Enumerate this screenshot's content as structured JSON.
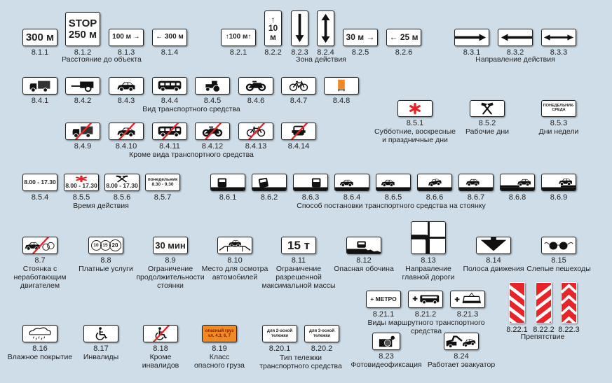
{
  "colors": {
    "background": "#cfdde8",
    "red": "#e8232a",
    "orange": "#f08a24",
    "black": "#111111"
  },
  "groups": [
    {
      "caption": "Расстояние до объекта"
    },
    {
      "caption": "Зона действия"
    },
    {
      "caption": "Направление действия"
    },
    {
      "caption": "Вид транспортного средства"
    },
    {
      "caption": "Кроме вида транспортного средства"
    },
    {
      "caption": "Время действия"
    },
    {
      "caption": "Способ постановки транспортного средства на стоянку"
    },
    {
      "caption": "Виды маршрутного транспортного средства"
    },
    {
      "caption": "Препятствие"
    },
    {
      "caption": "Тип тележки\nтранспортного средства"
    }
  ],
  "signs": [
    {
      "number": "8.1.1",
      "plate_text": "300 м"
    },
    {
      "number": "8.1.2",
      "plate_text": "STOP\n250 м"
    },
    {
      "number": "8.1.3",
      "plate_text": "100 м →"
    },
    {
      "number": "8.1.4",
      "plate_text": "← 300 м"
    },
    {
      "number": "8.2.1",
      "plate_text": "↑100 м↑"
    },
    {
      "number": "8.2.2",
      "plate_text": "↑\n10\nм"
    },
    {
      "number": "8.2.3",
      "icon": "arrow-down-icon"
    },
    {
      "number": "8.2.4",
      "icon": "arrow-up-down-icon"
    },
    {
      "number": "8.2.5",
      "plate_text": "30 м →"
    },
    {
      "number": "8.2.6",
      "plate_text": "← 25 м"
    },
    {
      "number": "8.3.1",
      "icon": "arrow-right-icon"
    },
    {
      "number": "8.3.2",
      "icon": "arrow-left-icon"
    },
    {
      "number": "8.3.3",
      "icon": "arrow-left-right-icon"
    },
    {
      "number": "8.4.1",
      "icon": "truck-icon"
    },
    {
      "number": "8.4.2",
      "icon": "trailer-icon"
    },
    {
      "number": "8.4.3",
      "icon": "car-icon"
    },
    {
      "number": "8.4.4",
      "icon": "bus-icon"
    },
    {
      "number": "8.4.5",
      "icon": "tractor-icon"
    },
    {
      "number": "8.4.6",
      "icon": "motorcycle-icon"
    },
    {
      "number": "8.4.7",
      "icon": "bicycle-icon"
    },
    {
      "number": "8.4.8",
      "icon": "hazard-vehicle-icon"
    },
    {
      "number": "8.4.9",
      "icon": "truck-icon"
    },
    {
      "number": "8.4.10",
      "icon": "car-icon"
    },
    {
      "number": "8.4.11",
      "icon": "bus-icon"
    },
    {
      "number": "8.4.12",
      "icon": "motorcycle-icon"
    },
    {
      "number": "8.4.13",
      "icon": "bicycle-icon"
    },
    {
      "number": "8.4.14",
      "icon": "car-front-icon"
    },
    {
      "number": "8.5.1",
      "icon": "asterisk-icon",
      "caption": "Субботние, воскресные\nи праздничные дни"
    },
    {
      "number": "8.5.2",
      "icon": "hammers-icon",
      "caption": "Рабочие дни"
    },
    {
      "number": "8.5.3",
      "plate_text": "ПОНЕДЕЛЬНИК-\nСРЕДА",
      "caption": "Дни недели"
    },
    {
      "number": "8.5.4",
      "plate_text": "8.00 - 17.30"
    },
    {
      "number": "8.5.5",
      "plate_text": "8.00 - 17.30",
      "icon": "asterisk-icon"
    },
    {
      "number": "8.5.6",
      "plate_text": "8.00 - 17.30",
      "icon": "hammers-icon"
    },
    {
      "number": "8.5.7",
      "plate_text": "понедельник\n8.30 - 9.30"
    },
    {
      "number": "8.6.1",
      "icon": "parking-method-icon"
    },
    {
      "number": "8.6.2",
      "icon": "parking-method-icon"
    },
    {
      "number": "8.6.3",
      "icon": "parking-method-icon"
    },
    {
      "number": "8.6.4",
      "icon": "parking-method-icon"
    },
    {
      "number": "8.6.5",
      "icon": "parking-method-icon"
    },
    {
      "number": "8.6.6",
      "icon": "parking-method-icon"
    },
    {
      "number": "8.6.7",
      "icon": "parking-method-icon"
    },
    {
      "number": "8.6.8",
      "icon": "parking-method-icon"
    },
    {
      "number": "8.6.9",
      "icon": "parking-method-icon"
    },
    {
      "number": "8.7",
      "icon": "car-exhaust-crossed-icon",
      "caption": "Стоянка с\nнеработающим\nдвигателем"
    },
    {
      "number": "8.8",
      "plate_items": [
        "10",
        "15",
        "20"
      ],
      "caption": "Платные услуги"
    },
    {
      "number": "8.9",
      "plate_text": "30 мин",
      "caption": "Ограничение\nпродолжительности\nстоянки"
    },
    {
      "number": "8.10",
      "icon": "car-inspection-ramp-icon",
      "caption": "Место для осмотра\nавтомобилей"
    },
    {
      "number": "8.11",
      "plate_text": "15 т",
      "caption": "Ограничение\nразрешенной\nмаксимальной массы"
    },
    {
      "number": "8.12",
      "icon": "dangerous-shoulder-icon",
      "caption": "Опасная обочина"
    },
    {
      "number": "8.13",
      "icon": "main-road-direction-icon",
      "caption": "Направление\nглавной дороги"
    },
    {
      "number": "8.14",
      "icon": "lane-arrow-icon",
      "caption": "Полоса движения"
    },
    {
      "number": "8.15",
      "icon": "blind-glasses-icon",
      "caption": "Слепые пешеходы"
    },
    {
      "number": "8.21.1",
      "plate_text": "+ МЕТРО"
    },
    {
      "number": "8.21.2",
      "icon": "plus-bus-icon"
    },
    {
      "number": "8.21.3",
      "icon": "plus-tram-icon"
    },
    {
      "number": "8.22.1",
      "icon": "obstacle-stripes-left-icon"
    },
    {
      "number": "8.22.2",
      "icon": "obstacle-stripes-right-icon"
    },
    {
      "number": "8.22.3",
      "icon": "obstacle-chevrons-icon"
    },
    {
      "number": "8.16",
      "icon": "rain-cloud-icon",
      "caption": "Влажное покрытие"
    },
    {
      "number": "8.17",
      "icon": "wheelchair-icon",
      "caption": "Инвалиды"
    },
    {
      "number": "8.18",
      "icon": "wheelchair-icon",
      "caption": "Кроме\nинвалидов"
    },
    {
      "number": "8.19",
      "plate_text": "опасный груз\nкл. 4.3, 6, 7",
      "caption": "Класс\nопасного груза"
    },
    {
      "number": "8.20.1",
      "plate_text": "для 2-осной\nтележки"
    },
    {
      "number": "8.20.2",
      "plate_text": "для 3-осной\nтележки"
    },
    {
      "number": "8.23",
      "icon": "camera-icon",
      "caption": "Фотовидеофиксация"
    },
    {
      "number": "8.24",
      "icon": "tow-truck-icon",
      "caption": "Работает эвакуатор"
    }
  ]
}
